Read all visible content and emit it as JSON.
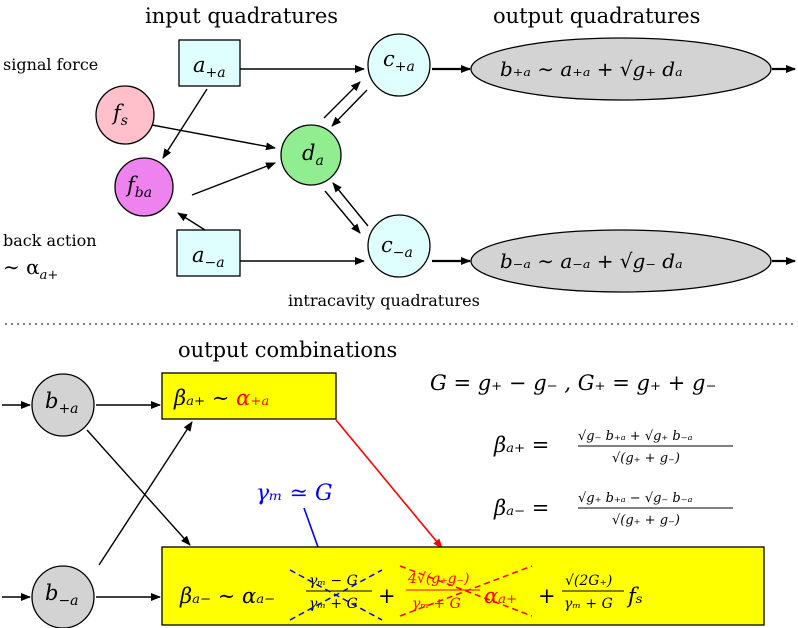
{
  "headers": {
    "input": "input quadratures",
    "output": "output quadratures",
    "intracavity": "intracavity quadratures",
    "combinations": "output combinations"
  },
  "side_labels": {
    "signal_force": "signal force",
    "back_action": "back action",
    "back_action_sym": "∼ α",
    "back_action_sub": "a+"
  },
  "nodes": {
    "a_plus": {
      "base": "a",
      "sub": "+a"
    },
    "a_minus": {
      "base": "a",
      "sub": "−a"
    },
    "c_plus": {
      "base": "c",
      "sub": "+a"
    },
    "c_minus": {
      "base": "c",
      "sub": "−a"
    },
    "d": {
      "base": "d",
      "sub": "a"
    },
    "fs": {
      "base": "f",
      "sub": "s"
    },
    "fba": {
      "base": "f",
      "sub": "ba"
    },
    "b_plus": {
      "base": "b",
      "sub": "+a"
    },
    "b_minus": {
      "base": "b",
      "sub": "−a"
    }
  },
  "outputs": {
    "b_plus_eq": "b₊ₐ ∼ a₊ₐ + √g₊ dₐ",
    "b_minus_eq": "b₋ₐ ∼ a₋ₐ + √g₋ dₐ"
  },
  "equations": {
    "G_def": "G = g₊ − g₋ ,   G₊ = g₊ + g₋",
    "beta_plus_lhs": "βₐ₊ =",
    "beta_plus_num": "√g₋ b₊ₐ + √g₊ b₋ₐ",
    "beta_plus_den": "√(g₊ + g₋)",
    "beta_minus_lhs": "βₐ₋ =",
    "beta_minus_num": "√g₊ b₊ₐ − √g₋ b₋ₐ",
    "beta_minus_den": "√(g₊ + g₋)"
  },
  "boxes": {
    "top_lhs": "βₐ₊ ∼ ",
    "top_alpha": "α₊ₐ",
    "bottom_start": "βₐ₋ ∼ αₐ₋",
    "frac1_num": "γₘ − G",
    "frac1_den": "γₘ + G",
    "plus": "+",
    "frac2_num": "4√(g₊g₋)",
    "frac2_den": "γₘ + G",
    "frac2_alpha": "αₐ₊",
    "frac3_num": "√(2G₊)",
    "frac3_den": "γₘ + G",
    "frac3_f": "fₛ"
  },
  "annotation": "γₘ ≃ G",
  "colors": {
    "box_fill": "#ffff00",
    "input_fill": "#dfffff",
    "c_fill": "#dfffff",
    "d_fill": "#90ee90",
    "fs_fill": "#ffc0cb",
    "fba_fill": "#ee82ee",
    "gray_fill": "#d3d3d3",
    "red": "#ff0000",
    "blue": "#0000ff"
  }
}
